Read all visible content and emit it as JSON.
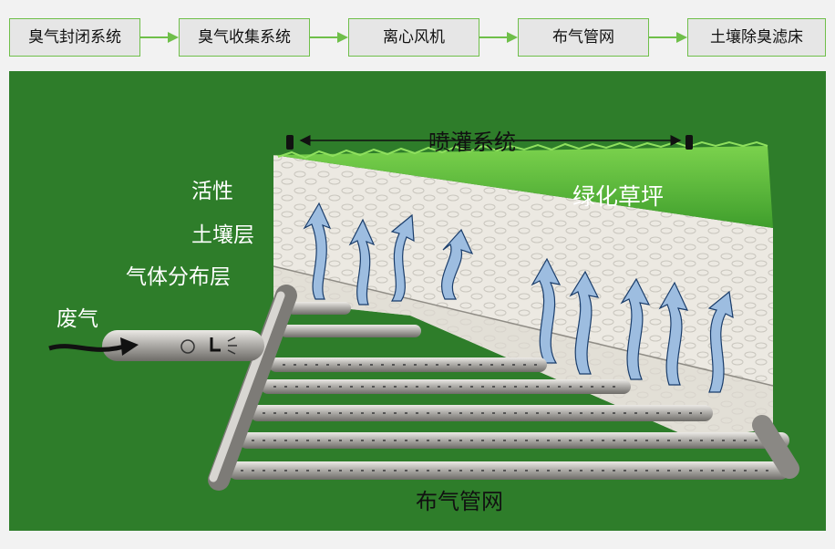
{
  "flow": {
    "steps": [
      {
        "label": "臭气封闭系统"
      },
      {
        "label": "臭气收集系统"
      },
      {
        "label": "离心风机"
      },
      {
        "label": "布气管网"
      },
      {
        "label": "土壤除臭滤床"
      }
    ]
  },
  "diagram": {
    "spray_system": "喷灌系统",
    "green_lawn": "绿化草坪",
    "active_soil_line1": "活性",
    "active_soil_line2": "土壤层",
    "gas_distribution_layer": "气体分布层",
    "waste_gas": "废气",
    "pipe_network": "布气管网"
  },
  "colors": {
    "flow_border": "#6fbf4a",
    "flow_arrow": "#6fbf4a",
    "background_green": "#2e7d2a",
    "soil": "#ece9e2",
    "grass": "#5cb83a",
    "pipe": "#a3a19d",
    "airflow_arrow": "#9dbde0"
  }
}
